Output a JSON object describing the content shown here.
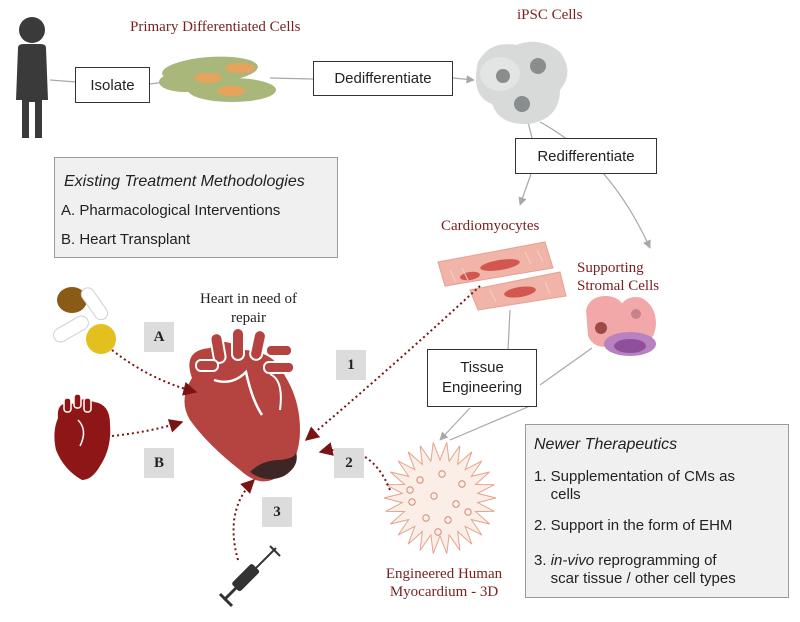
{
  "labels": {
    "primary_cells": "Primary Differentiated Cells",
    "ipsc_cells": "iPSC Cells",
    "cardiomyocytes": "Cardiomyocytes",
    "supporting_stromal": "Supporting\nStromal Cells",
    "heart_repair": "Heart in need of\nrepair",
    "ehm": "Engineered Human\nMyocardium - 3D"
  },
  "boxes": {
    "isolate": "Isolate",
    "dedifferentiate": "Dedifferentiate",
    "redifferentiate": "Redifferentiate",
    "tissue_engineering": "Tissue\nEngineering"
  },
  "existing_panel": {
    "title": "Existing Treatment Methodologies",
    "items": [
      "A.  Pharmacological Interventions",
      "B.  Heart Transplant"
    ]
  },
  "newer_panel": {
    "title": "Newer Therapeutics",
    "item1": "1. Supplementation of CMs as\n    cells",
    "item2": "2. Support in the form of EHM",
    "item3_prefix": "3. ",
    "item3_em": "in-vivo",
    "item3_rest": " reprogramming of\n    scar tissue / other cell types"
  },
  "steps": {
    "a": "A",
    "b": "B",
    "one": "1",
    "two": "2",
    "three": "3"
  },
  "colors": {
    "heart": "#b5433f",
    "dark_red": "#8e1616",
    "label_red": "#7a1f1f",
    "cell_green": "#a9b87a",
    "cell_orange": "#e7a35c",
    "cardio_pink": "#f0b4a8",
    "stromal_pink": "#f2a8a8",
    "stromal_purple": "#a35aa3",
    "ipsc_gray": "#d8dada"
  }
}
